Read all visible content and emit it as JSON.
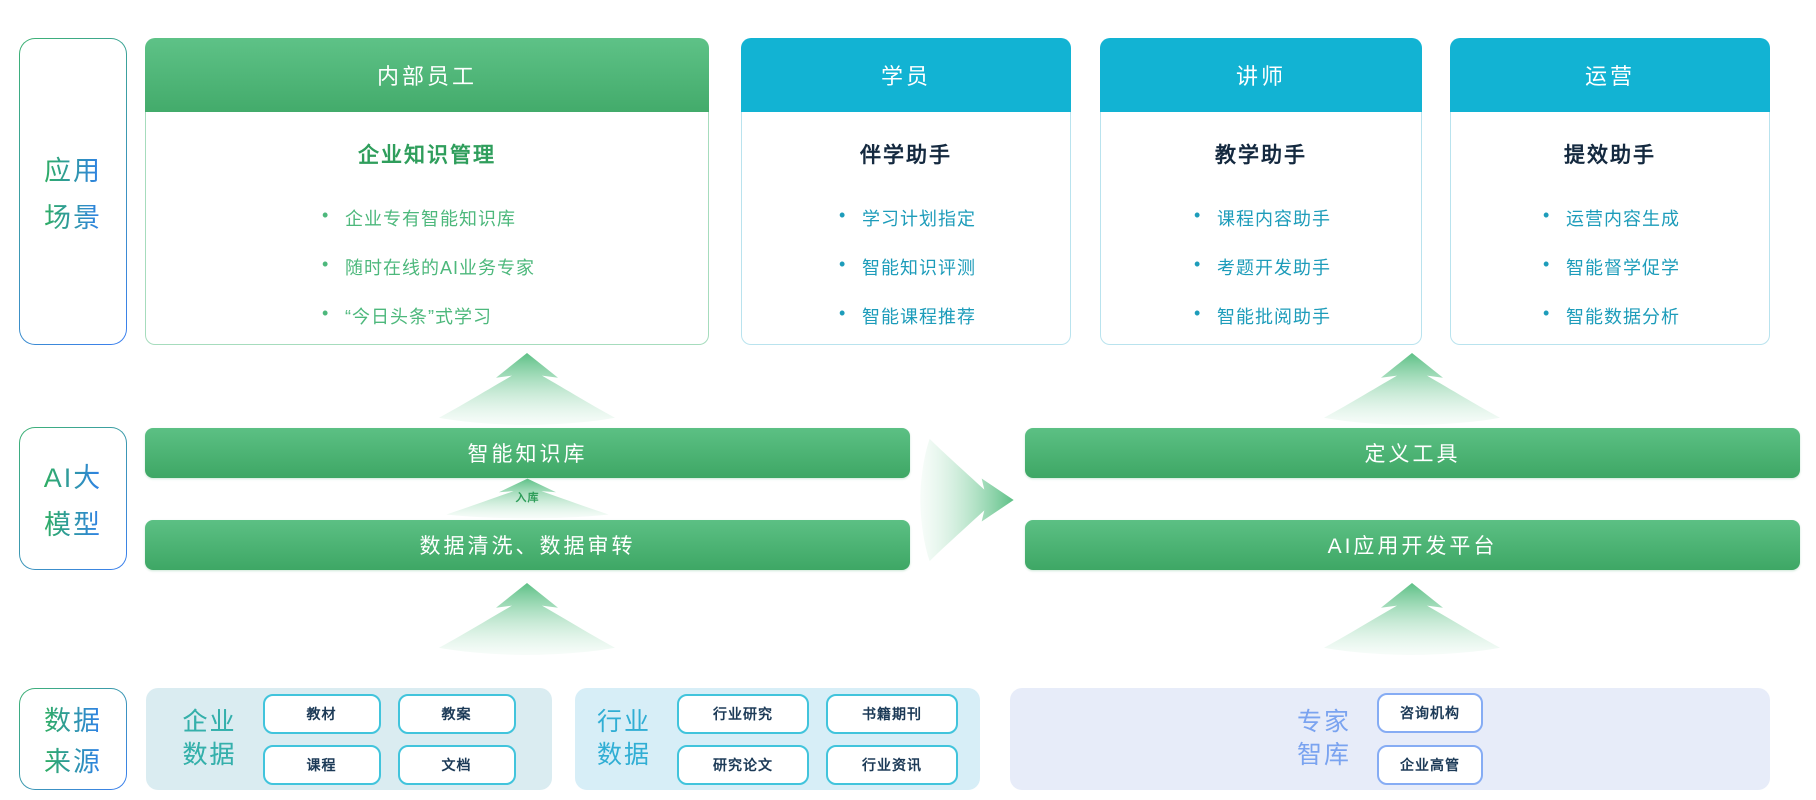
{
  "left_labels": [
    {
      "lines": [
        "应用",
        "场景"
      ]
    },
    {
      "lines": [
        "AI大",
        "模型"
      ]
    },
    {
      "lines": [
        "数据",
        "来源"
      ]
    }
  ],
  "scenario_cards": [
    {
      "header": "内部员工",
      "theme": "green",
      "title": "企业知识管理",
      "bullets": [
        "企业专有智能知识库",
        "随时在线的AI业务专家",
        "“今日头条”式学习"
      ]
    },
    {
      "header": "学员",
      "theme": "cyan",
      "title": "伴学助手",
      "bullets": [
        "学习计划指定",
        "智能知识评测",
        "智能课程推荐"
      ]
    },
    {
      "header": "讲师",
      "theme": "cyan",
      "title": "教学助手",
      "bullets": [
        "课程内容助手",
        "考题开发助手",
        "智能批阅助手"
      ]
    },
    {
      "header": "运营",
      "theme": "cyan",
      "title": "提效助手",
      "bullets": [
        "运营内容生成",
        "智能督学促学",
        "智能数据分析"
      ]
    }
  ],
  "ai_layer": {
    "left_top_bar": "智能知识库",
    "ingest_label": "入库",
    "left_bottom_bar": "数据清洗、数据审转",
    "right_top_bar": "定义工具",
    "right_bottom_bar": "AI应用开发平台"
  },
  "data_sources": [
    {
      "label_lines": [
        "企业",
        "数据"
      ],
      "theme": "teal",
      "pills": [
        "教材",
        "教案",
        "课程",
        "文档"
      ]
    },
    {
      "label_lines": [
        "行业",
        "数据"
      ],
      "theme": "cyan",
      "pills": [
        "行业研究",
        "书籍期刊",
        "研究论文",
        "行业资讯"
      ]
    },
    {
      "label_lines": [
        "专家",
        "智库"
      ],
      "theme": "blue",
      "pills": [
        "咨询机构",
        "企业高管"
      ]
    }
  ],
  "colors": {
    "green": "#3fae6b",
    "cyan_header": "#12b3d3",
    "green_bullet": "#4db87c",
    "teal_bullet": "#1d9cba",
    "dark_title": "#14293f",
    "bar_gradient_top": "#5cc084",
    "bar_gradient_bottom": "#3ea765",
    "side_label_gradient": [
      "#2fae62",
      "#2f80ec"
    ],
    "enterprise_box_bg": "#daecf1",
    "industry_box_bg": "#d7eef7",
    "expert_box_bg": "#e7ecf9",
    "pill_border_cyan": "#41c4dc",
    "pill_border_blue": "#86acf4",
    "pill_text": "#1c3a57"
  }
}
